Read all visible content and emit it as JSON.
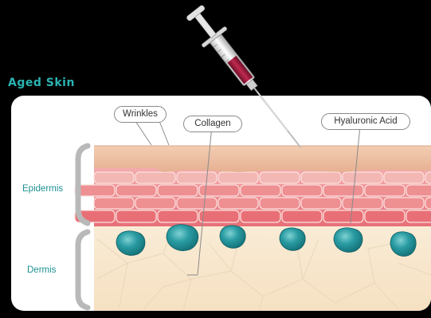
{
  "title": "Aged Skin",
  "callouts": {
    "wrinkles": "Wrinkles",
    "collagen": "Collagen",
    "hyaluronic_acid": "Hyaluronic Acid"
  },
  "layers": {
    "epidermis": "Epidermis",
    "dermis": "Dermis"
  },
  "colors": {
    "background": "#000000",
    "title_teal": "#2bb3b3",
    "label_teal": "#1f8f92",
    "stratum_corneum": "#f0c4a8",
    "epidermis_pink": "#e9848a",
    "dermis_cream": "#f8e7cc",
    "cell_teal": "#1d8e95",
    "syringe_fluid": "#9c1a3c"
  },
  "icons": [
    "syringe-icon",
    "epidermis-brace-icon",
    "dermis-brace-icon"
  ]
}
